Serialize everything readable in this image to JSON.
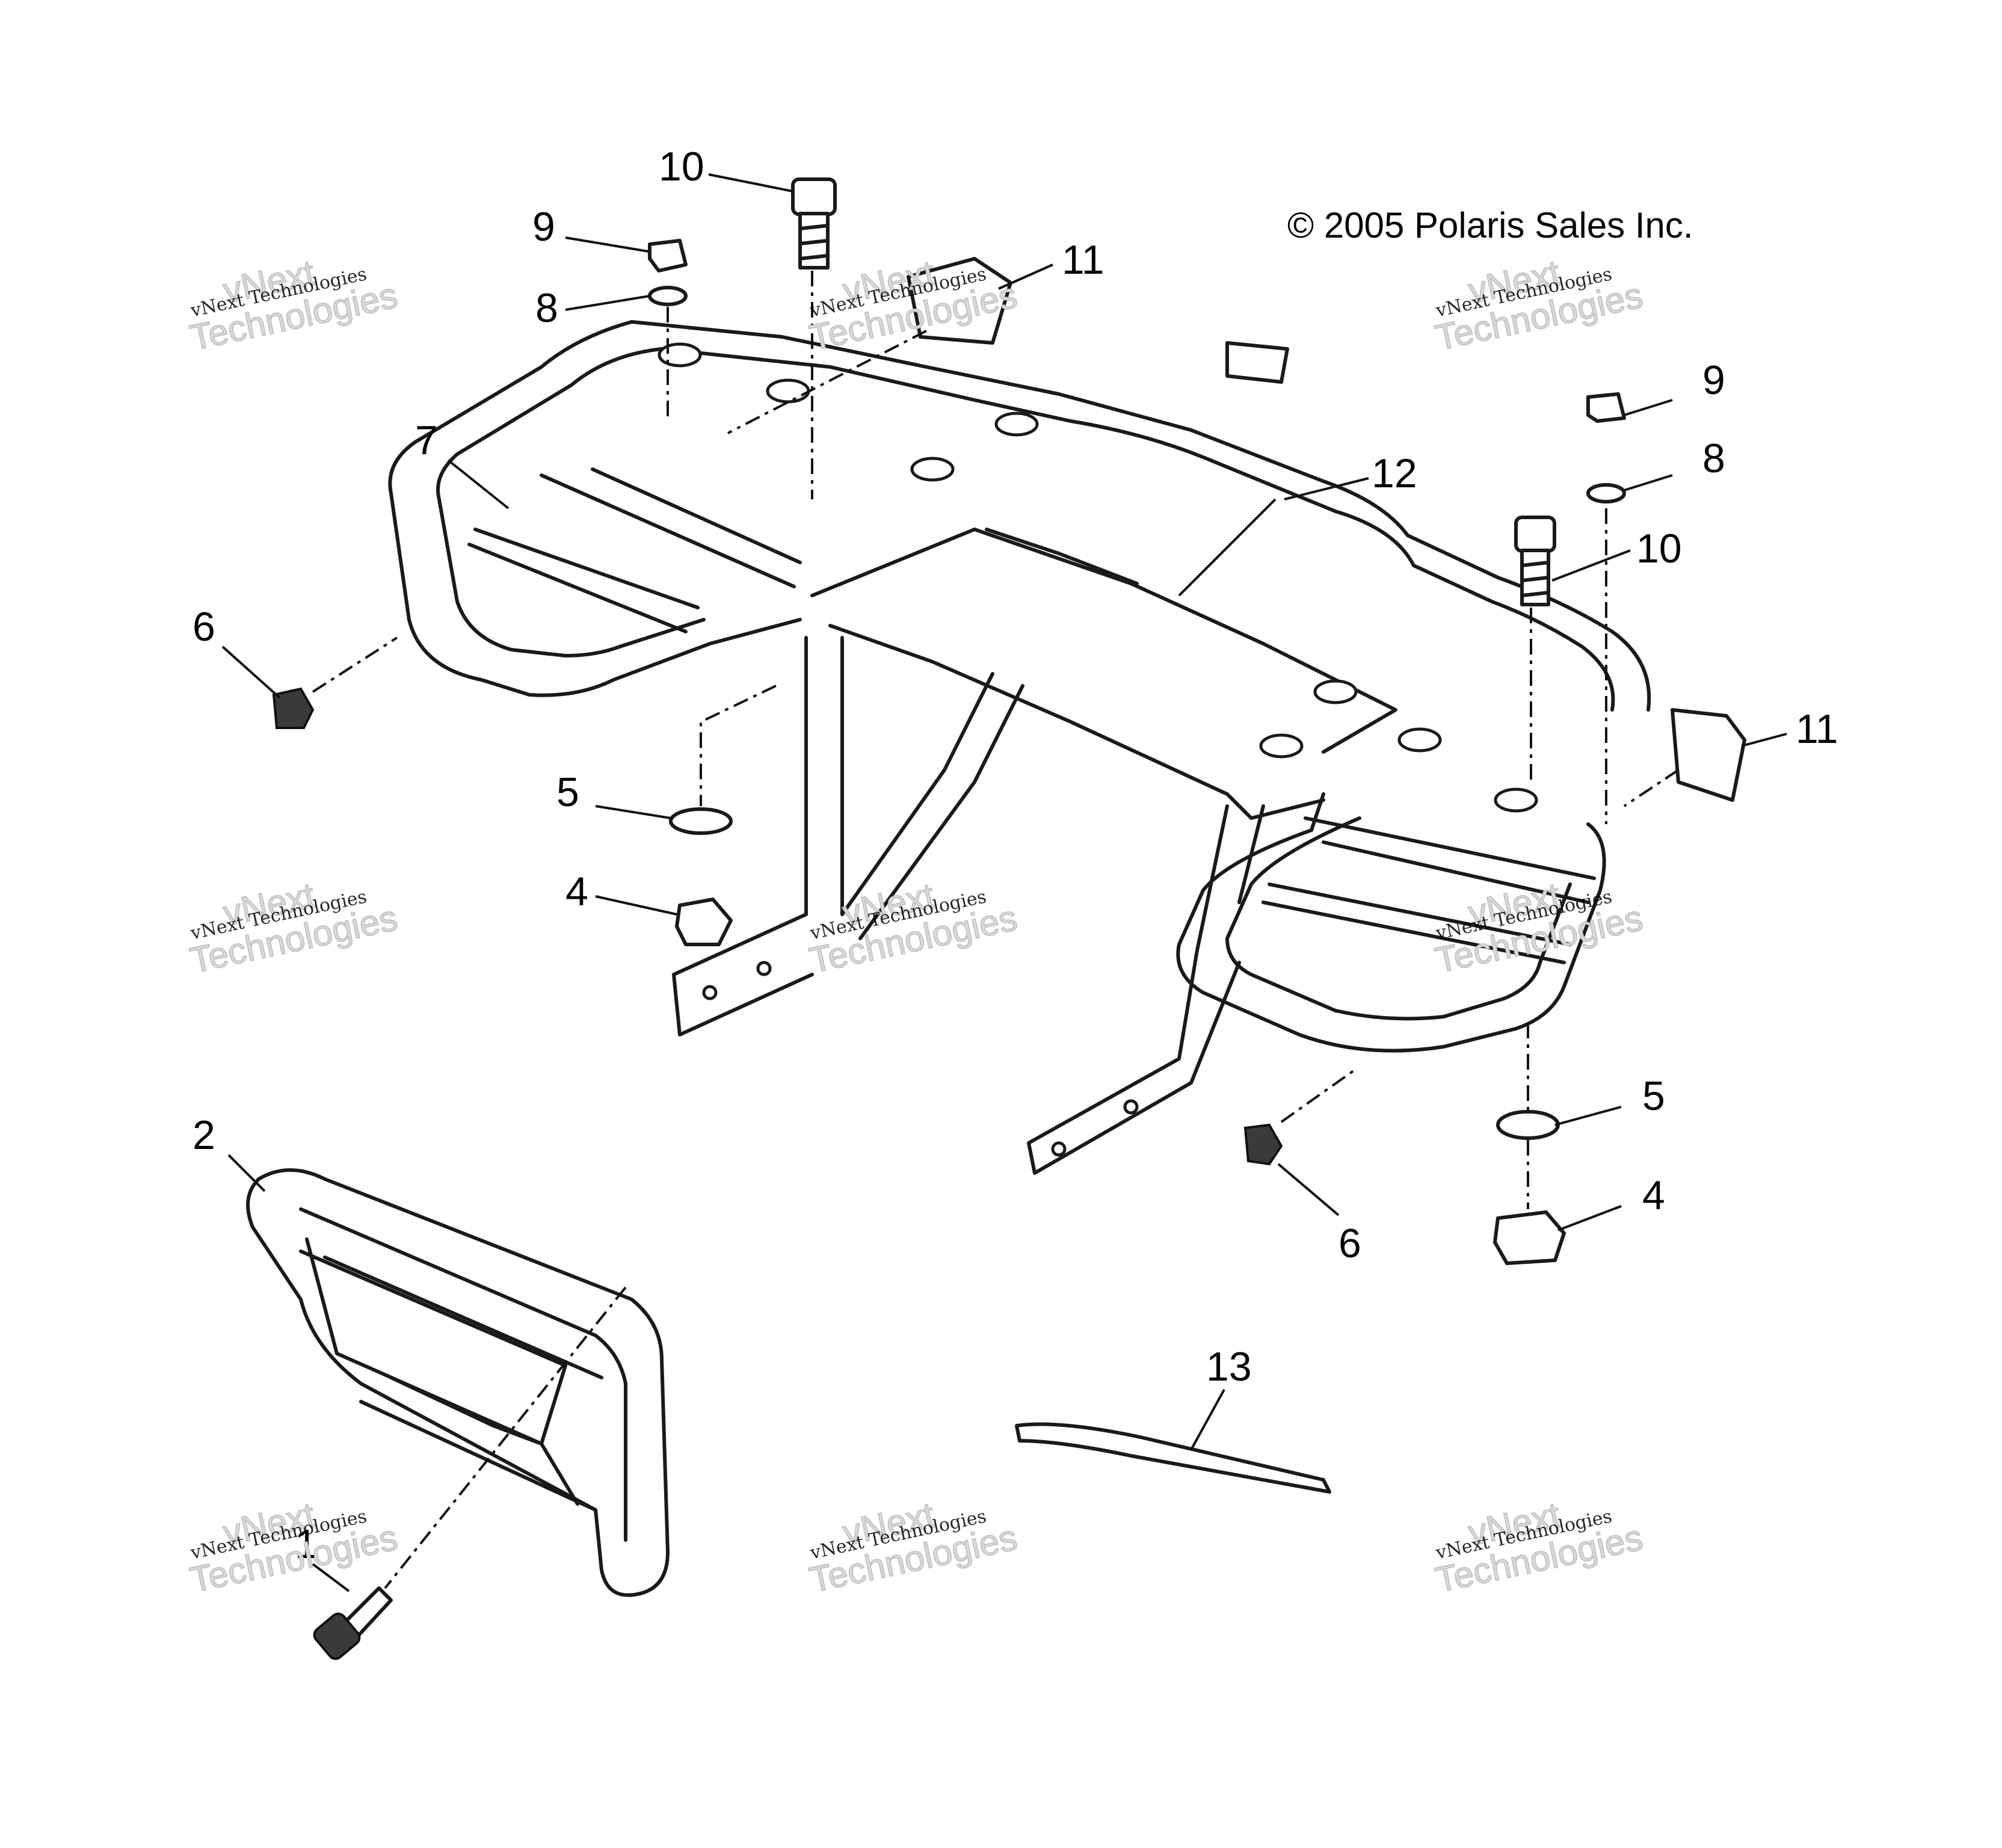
{
  "copyright": "© 2005 Polaris Sales Inc.",
  "watermark": {
    "line1": "vNext Technologies",
    "line2a": "vNext",
    "line2b": "Technologies"
  },
  "callouts": [
    "1",
    "2",
    "4",
    "5",
    "6",
    "7",
    "8",
    "9",
    "10",
    "11",
    "12",
    "13",
    "9",
    "8",
    "10",
    "11",
    "6",
    "5",
    "4"
  ]
}
